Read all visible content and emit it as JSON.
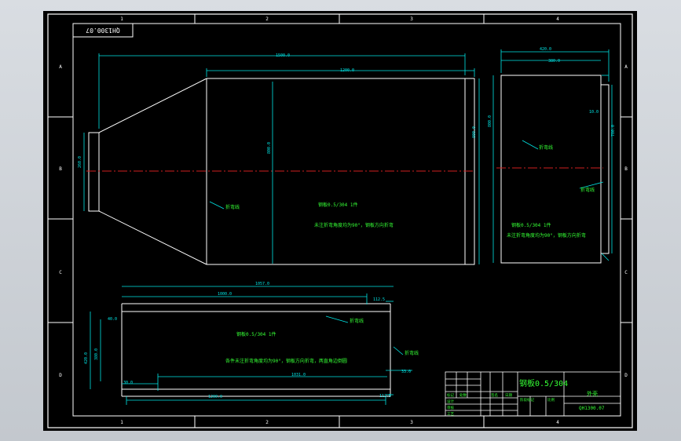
{
  "drawing_no_top": "QH1300.07",
  "zone_cols": [
    "1",
    "2",
    "3",
    "4"
  ],
  "zone_rows": [
    "A",
    "B",
    "C",
    "D"
  ],
  "title_block": {
    "material": "钢板0.5/304",
    "part_name": "外壳",
    "drawing_no": "QH1300.07"
  },
  "colors": {
    "background": "#000000",
    "line": "#ffffff",
    "dimension": "#00e5e5",
    "annotation": "#35ff35",
    "centerline": "#d02020"
  }
}
